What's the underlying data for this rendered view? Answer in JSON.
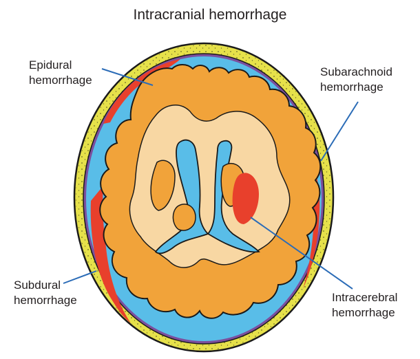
{
  "title": "Intracranial hemorrhage",
  "labels": {
    "epidural": "Epidural\nhemorrhage",
    "subarachnoid": "Subarachnoid\nhemorrhage",
    "subdural": "Subdural\nhemorrhage",
    "intracerebral": "Intracerebral\nhemorrhage"
  },
  "colors": {
    "skull": "#e6e14a",
    "dura_outline": "#7b4f9d",
    "csf": "#59bde8",
    "cortex": "#f1a33a",
    "white_matter": "#f8d7a3",
    "blood": "#e8402c",
    "leader_line": "#2b6cb7",
    "outline": "#1a1a1a"
  }
}
